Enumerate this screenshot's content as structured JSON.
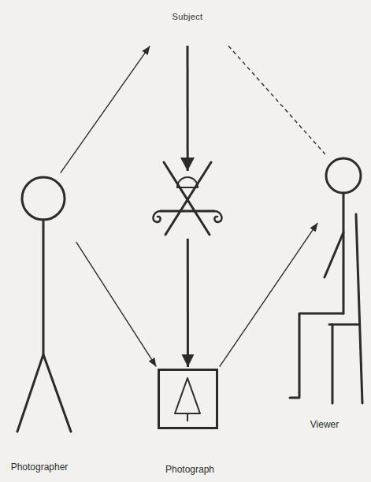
{
  "diagram": {
    "nodes": [
      {
        "text": [
          "Subject"
        ]
      },
      {
        "text": [
          "Photographer"
        ]
      },
      {
        "text": [
          "Photograph"
        ]
      },
      {
        "text": [
          "Viewer"
        ]
      }
    ],
    "edges": [
      {
        "from": 1,
        "to": 0,
        "arrow": "to"
      },
      {
        "from": 0,
        "to": 2,
        "arrow": "to"
      },
      {
        "from": 1,
        "to": 2,
        "arrow": "to"
      },
      {
        "from": 2,
        "to": 3,
        "arrow": "to"
      },
      {
        "from": 0,
        "to": 3,
        "arrow": "none"
      }
    ]
  }
}
